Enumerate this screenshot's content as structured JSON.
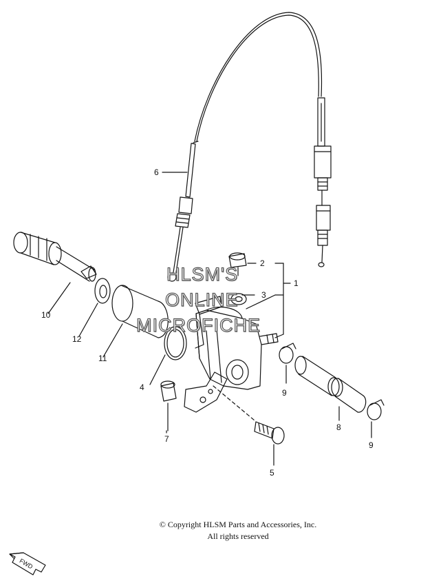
{
  "watermark": {
    "line1": "HLSM'S",
    "line2": "ONLINE",
    "line3": "MICROFICHE"
  },
  "copyright": {
    "line1": "© Copyright HLSM Parts and Accessories, Inc.",
    "line2": "All rights reserved"
  },
  "fwd_label": "FWD",
  "callouts": {
    "c1": "1",
    "c2": "2",
    "c3": "3",
    "c4": "4",
    "c5": "5",
    "c6": "6",
    "c7": "7",
    "c8": "8",
    "c9a": "9",
    "c9b": "9",
    "c10": "10",
    "c11": "11",
    "c12": "12"
  }
}
